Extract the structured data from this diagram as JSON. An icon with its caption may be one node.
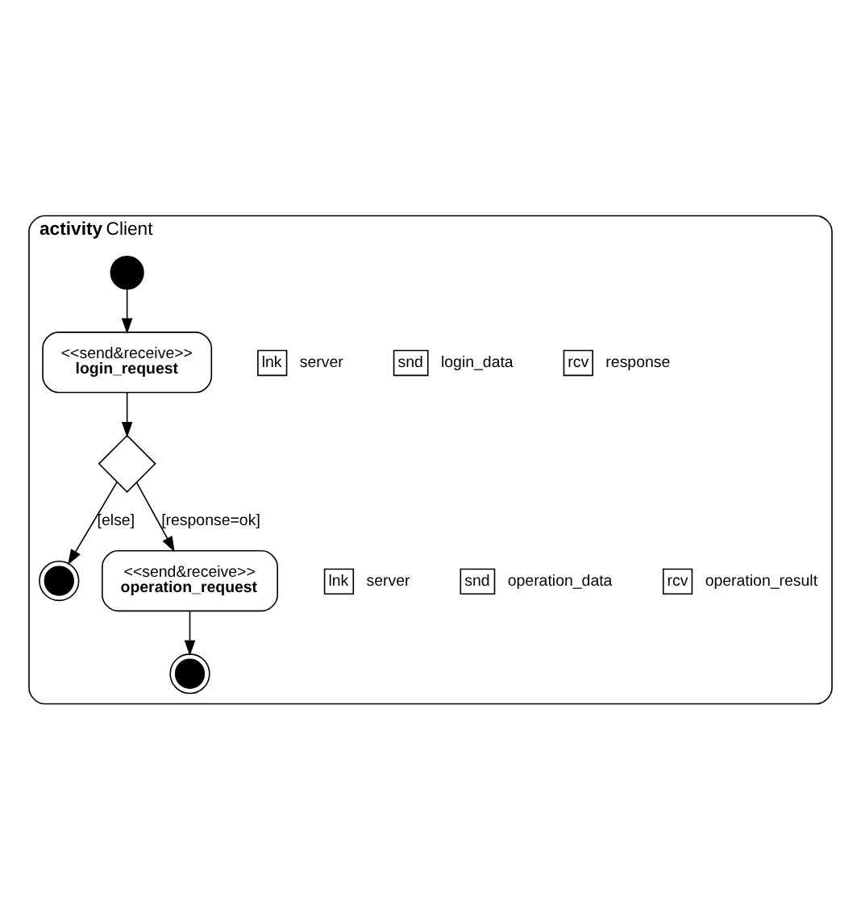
{
  "diagram": {
    "nodes": [
      {
        "text": [
          "activity Client"
        ]
      },
      {
        "text": [],
        "shape": "circle",
        "in": 0
      },
      {
        "text": [
          "<<send&receive>>",
          "login_request"
        ],
        "in": 0
      },
      {
        "text": [
          "lnk"
        ],
        "beside": [
          "server"
        ],
        "in": 0
      },
      {
        "text": [
          "snd"
        ],
        "beside": [
          "login_data"
        ],
        "in": 0
      },
      {
        "text": [
          "rcv"
        ],
        "beside": [
          "response"
        ],
        "in": 0
      },
      {
        "text": [],
        "shape": "diamond",
        "in": 0
      },
      {
        "text": [],
        "shape": "bullseye",
        "in": 0
      },
      {
        "text": [
          "<<send&receive>>",
          "operation_request"
        ],
        "in": 0
      },
      {
        "text": [
          "lnk"
        ],
        "beside": [
          "server"
        ],
        "in": 0
      },
      {
        "text": [
          "snd"
        ],
        "beside": [
          "operation_data"
        ],
        "in": 0
      },
      {
        "text": [
          "rcv"
        ],
        "beside": [
          "operation_result"
        ],
        "in": 0
      },
      {
        "text": [],
        "shape": "bullseye",
        "in": 0
      }
    ],
    "edges": [
      {
        "from": 1,
        "to": 2,
        "arrow": "to"
      },
      {
        "from": 2,
        "to": 6,
        "arrow": "to"
      },
      {
        "from": 6,
        "to": 7,
        "arrow": "to",
        "label": "[else]"
      },
      {
        "from": 6,
        "to": 8,
        "arrow": "to",
        "label": "[response=ok]"
      },
      {
        "from": 8,
        "to": 12,
        "arrow": "to"
      }
    ]
  }
}
